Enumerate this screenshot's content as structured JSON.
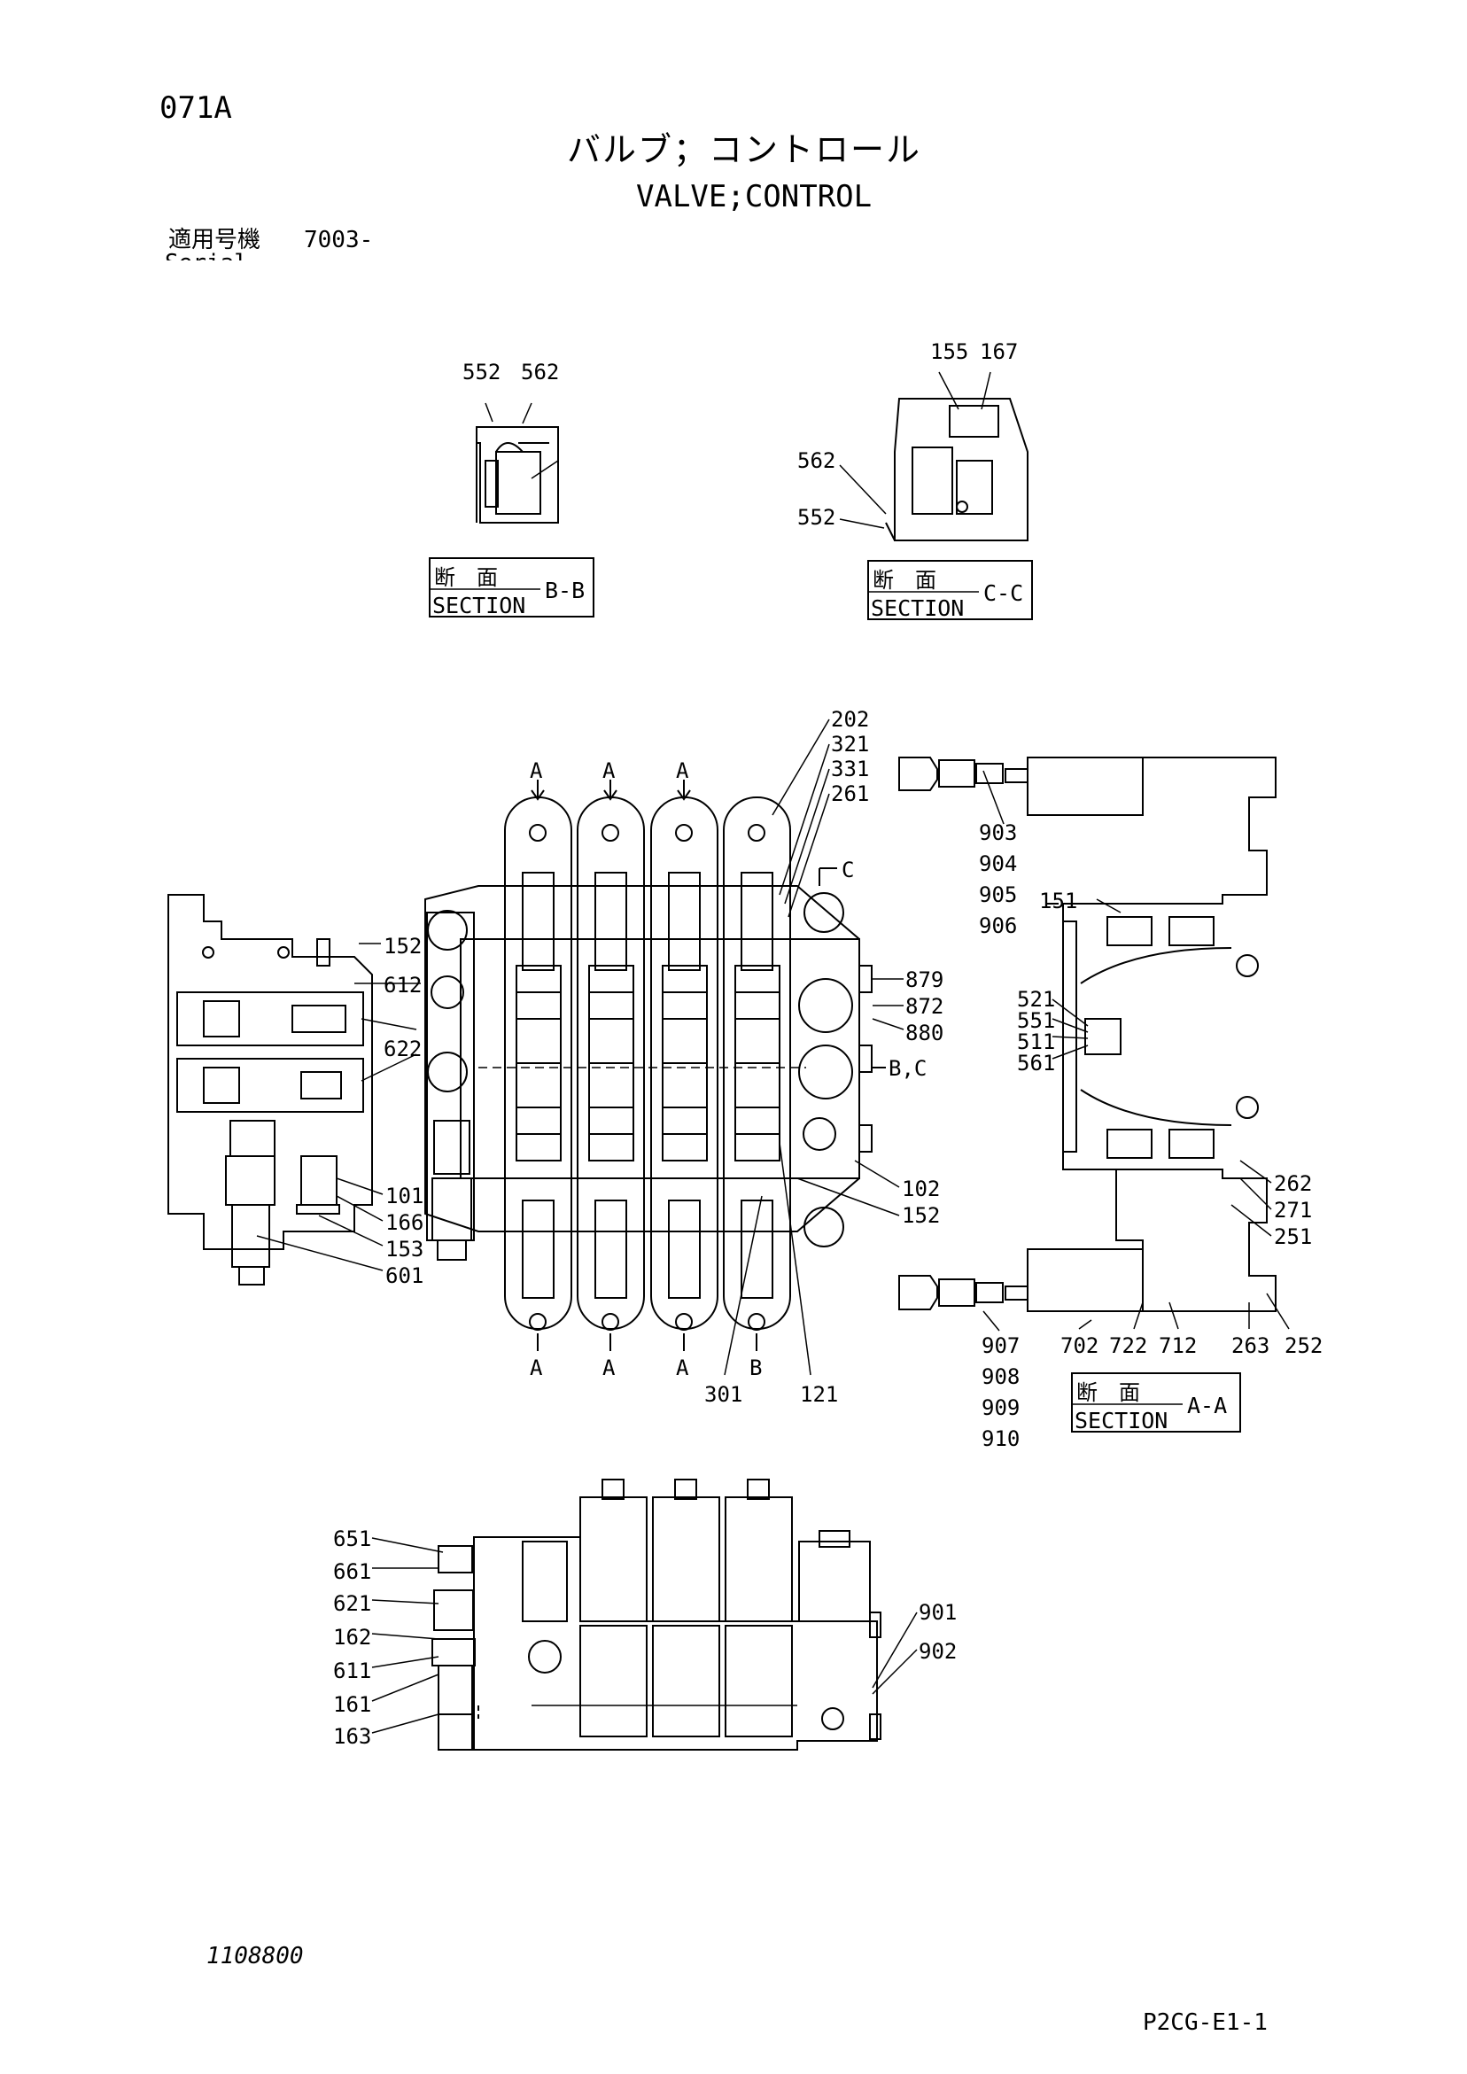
{
  "header": {
    "page_code": "071A",
    "title_jp": "バルブ；コントロール",
    "title_en": "VALVE;CONTROL",
    "serial_label_jp": "適用号機",
    "serial_value": "7003-",
    "serial_label_en": "Serial No."
  },
  "footer": {
    "doc_number": "1108800",
    "sheet_id": "P2CG-E1-1"
  },
  "sections": {
    "bb": {
      "jp": "断　面",
      "en": "SECTION",
      "id": "B-B"
    },
    "cc": {
      "jp": "断　面",
      "en": "SECTION",
      "id": "C-C"
    },
    "aa": {
      "jp": "断　面",
      "en": "SECTION",
      "id": "A-A"
    }
  },
  "section_marks": {
    "a": "A",
    "b": "B",
    "c": "C",
    "bc": "B,C"
  },
  "callouts": {
    "p552a": "552",
    "p562a": "562",
    "p155": "155",
    "p167": "167",
    "p562b": "562",
    "p552b": "552",
    "p202": "202",
    "p321": "321",
    "p331": "331",
    "p261": "261",
    "p152a": "152",
    "p612": "612",
    "p622": "622",
    "p101": "101",
    "p166": "166",
    "p153": "153",
    "p601": "601",
    "p879": "879",
    "p872": "872",
    "p880": "880",
    "p102": "102",
    "p152b": "152",
    "p301": "301",
    "p121": "121",
    "p903": "903",
    "p904": "904",
    "p905": "905",
    "p906": "906",
    "p151": "151",
    "p521": "521",
    "p551": "551",
    "p511": "511",
    "p561": "561",
    "p262": "262",
    "p271": "271",
    "p251": "251",
    "p907": "907",
    "p908": "908",
    "p909": "909",
    "p910": "910",
    "p702": "702",
    "p722": "722",
    "p712": "712",
    "p263": "263",
    "p252": "252",
    "p651": "651",
    "p661": "661",
    "p621": "621",
    "p162": "162",
    "p611": "611",
    "p161": "161",
    "p163": "163",
    "p901": "901",
    "p902": "902"
  }
}
